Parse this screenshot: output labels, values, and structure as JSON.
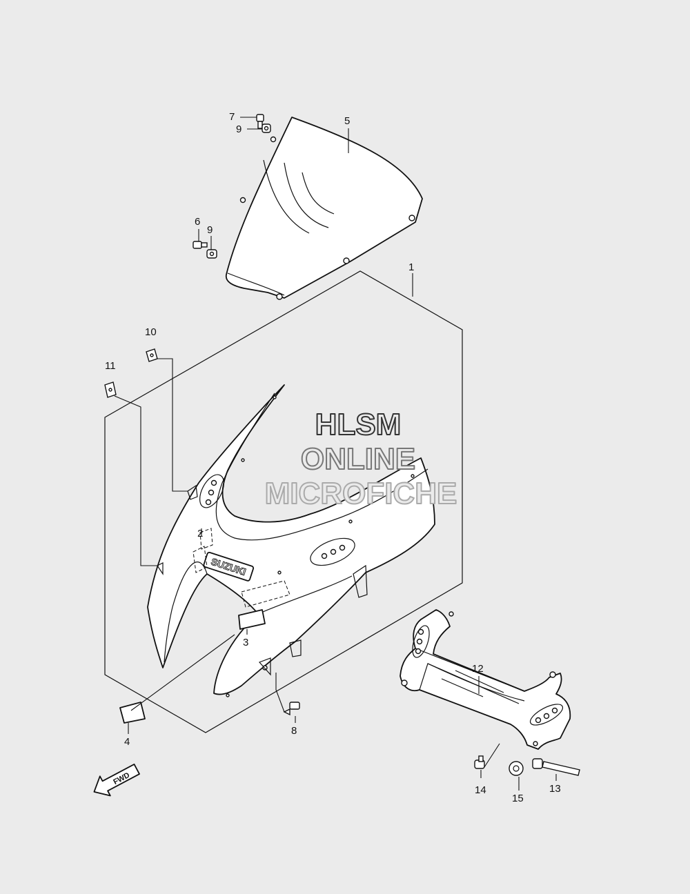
{
  "watermark": {
    "line1": "HLSM",
    "line2": "ONLINE",
    "line3": "MICROFICHE"
  },
  "emblem_text": "SUZUKI",
  "fwd_label": "FWD",
  "callouts": {
    "c1": "1",
    "c2": "2",
    "c3": "3",
    "c4": "4",
    "c5": "5",
    "c6": "6",
    "c7": "7",
    "c8": "8",
    "c9a": "9",
    "c9b": "9",
    "c10": "10",
    "c11": "11",
    "c12": "12",
    "c13": "13",
    "c14": "14",
    "c15": "15"
  }
}
